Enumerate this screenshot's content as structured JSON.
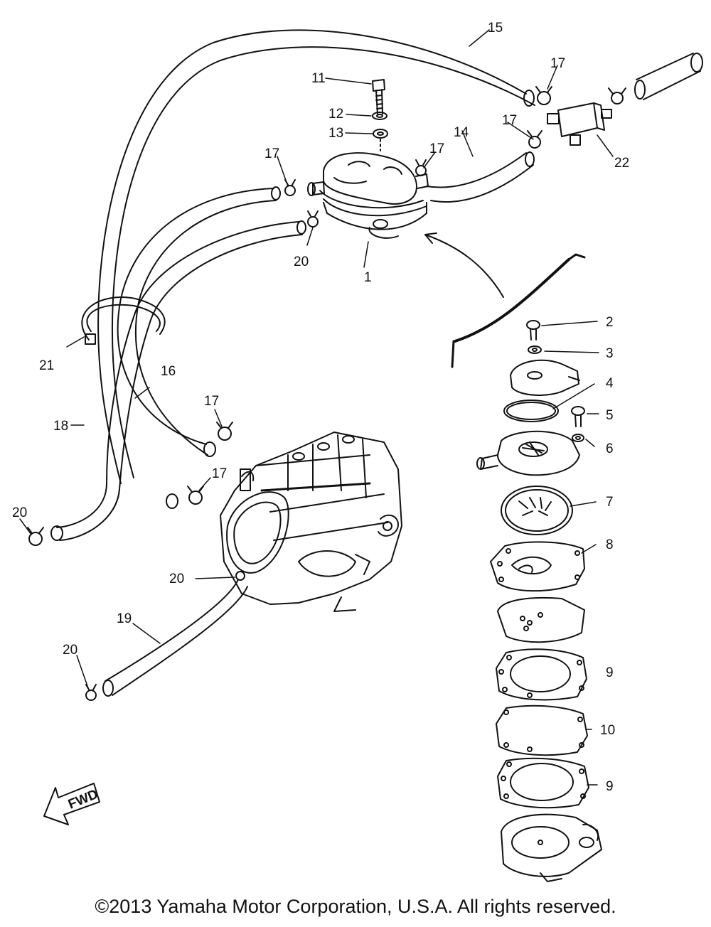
{
  "diagram": {
    "callouts": [
      "1",
      "2",
      "3",
      "4",
      "5",
      "6",
      "7",
      "8",
      "9",
      "9",
      "10",
      "11",
      "12",
      "13",
      "14",
      "15",
      "16",
      "17",
      "17",
      "17",
      "17",
      "17",
      "17",
      "18",
      "19",
      "20",
      "20",
      "20",
      "20",
      "21",
      "22"
    ],
    "fwd_label": "FWD"
  },
  "footer": {
    "copyright": "©2013 Yamaha Motor Corporation, U.S.A. All rights reserved."
  }
}
